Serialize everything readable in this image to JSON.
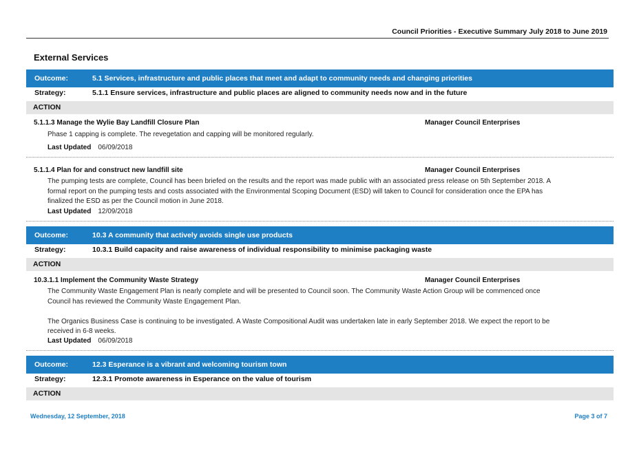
{
  "header": {
    "title": "Council Priorities - Executive Summary  July 2018 to June 2019"
  },
  "section_title": "External Services",
  "outcomes": [
    {
      "outcome_label": "Outcome:",
      "outcome_text": "5.1  Services, infrastructure and public places that meet and adapt to community needs and changing priorities",
      "strategy_label": "Strategy:",
      "strategy_text": "5.1.1  Ensure services, infrastructure and public places are aligned to community needs now and in the future",
      "action_label": "ACTION",
      "items": [
        {
          "title": "5.1.1.3  Manage the Wylie Bay Landfill Closure Plan",
          "owner": "Manager Council Enterprises",
          "paragraphs": [
            "Phase 1 capping is complete.  The revegetation and capping will be monitored regularly."
          ],
          "updated_label": "Last Updated",
          "updated_date": "06/09/2018"
        },
        {
          "title": "5.1.1.4  Plan for and construct new landfill site",
          "owner": "Manager Council Enterprises",
          "paragraphs": [
            "The pumping tests are complete, Council has been briefed on the results and the report was made public with an associated press release on 5th September 2018.  A formal report on the pumping tests and costs associated with the Environmental Scoping Document  (ESD) will taken to Council for consideration once the EPA has finalized the ESD as per the Council motion in June 2018."
          ],
          "updated_label": "Last Updated",
          "updated_date": "12/09/2018"
        }
      ]
    },
    {
      "outcome_label": "Outcome:",
      "outcome_text": "10.3  A community that actively avoids single use products",
      "strategy_label": "Strategy:",
      "strategy_text": "10.3.1  Build capacity and raise awareness of individual responsibility to minimise packaging waste",
      "action_label": "ACTION",
      "items": [
        {
          "title": "10.3.1.1  Implement the Community Waste Strategy",
          "owner": "Manager Council Enterprises",
          "paragraphs": [
            "The Community Waste Engagement Plan is nearly complete and will be presented to Council soon.  The Community Waste Action Group will be commenced once Council has reviewed the Community Waste Engagement Plan.",
            "The Organics Business Case is continuing to be investigated.  A Waste Compositional Audit was undertaken late in early September 2018.  We expect the report to be received in 6-8 weeks."
          ],
          "updated_label": "Last Updated",
          "updated_date": "06/09/2018"
        }
      ]
    },
    {
      "outcome_label": "Outcome:",
      "outcome_text": "12.3  Esperance is a vibrant and welcoming tourism town",
      "strategy_label": "Strategy:",
      "strategy_text": "12.3.1  Promote awareness in Esperance on the value of tourism",
      "action_label": "ACTION",
      "items": []
    }
  ],
  "footer": {
    "date": "Wednesday, 12 September, 2018",
    "page": "Page 3 of 7"
  },
  "colors": {
    "accent": "#1f7fc5",
    "action_bg": "#e4e4e4"
  }
}
